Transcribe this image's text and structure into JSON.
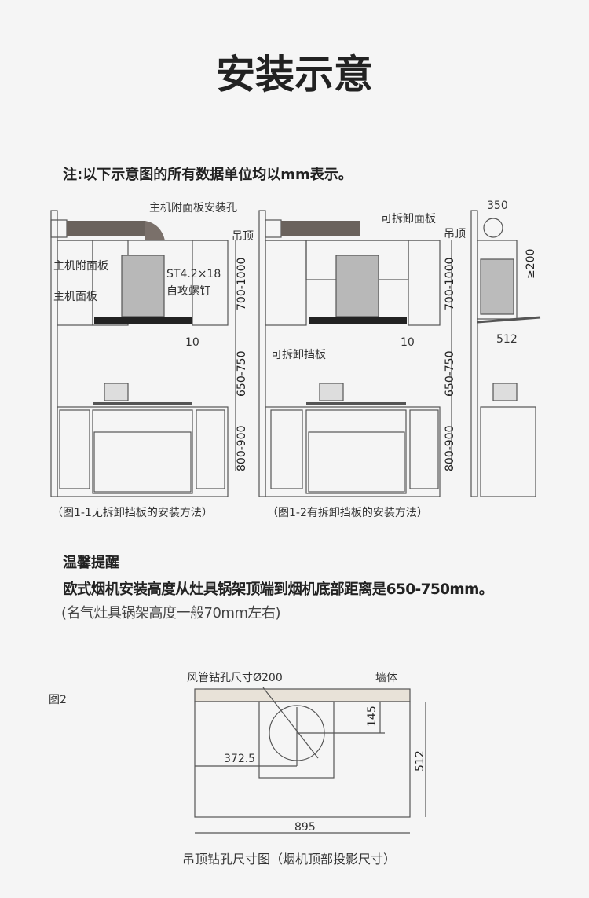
{
  "title": "安装示意",
  "note": "注:以下示意图的所有数据单位均以mm表示。",
  "fig1": {
    "hole_label": "主机附面板安装孔",
    "ceiling": "吊顶",
    "aux_panel": "主机附面板",
    "main_panel": "主机面板",
    "screw": "ST4.2×18",
    "screw2": "自攻螺钉",
    "dim_top": "700-1000",
    "dim_mid": "650-750",
    "dim_bot": "800-900",
    "gap": "10",
    "caption": "（图1-1无拆卸挡板的安装方法）"
  },
  "fig12": {
    "removable_panel": "可拆卸面板",
    "ceiling": "吊顶",
    "removable_baffle": "可拆卸挡板",
    "dim_top": "700-1000",
    "dim_mid": "650-750",
    "dim_bot": "800-900",
    "gap": "10",
    "caption": "（图1-2有拆卸挡板的安装方法）"
  },
  "side": {
    "width": "350",
    "height": "≥200",
    "depth": "512"
  },
  "tips": {
    "heading": "温馨提醒",
    "line1": "欧式烟机安装高度从灶具锅架顶端到烟机底部距离是650-750mm。",
    "line2": "(名气灶具锅架高度一般70mm左右)"
  },
  "fig2": {
    "label": "图2",
    "duct_hole": "风管钻孔尺寸Ø200",
    "wall": "墙体",
    "d145": "145",
    "d372": "372.5",
    "d512": "512",
    "d895": "895",
    "caption": "吊顶钻孔尺寸图（烟机顶部投影尺寸）"
  }
}
